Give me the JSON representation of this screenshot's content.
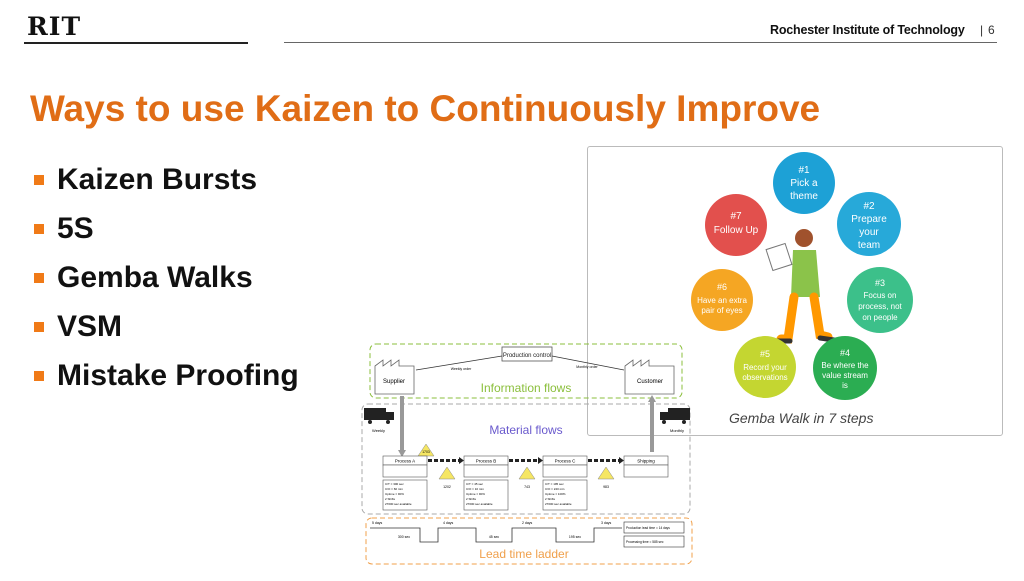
{
  "header": {
    "logo": "RIT",
    "org": "Rochester Institute of Technology",
    "separator": "|",
    "page_number": "6"
  },
  "title": "Ways to use Kaizen to Continuously Improve",
  "bullets": [
    "Kaizen Bursts",
    "5S",
    "Gemba Walks",
    "VSM",
    "Mistake Proofing"
  ],
  "gemba": {
    "steps": [
      {
        "num": "#1",
        "l1": "Pick a",
        "l2": "theme",
        "l3": "",
        "color": "#1da1d6"
      },
      {
        "num": "#2",
        "l1": "Prepare",
        "l2": "your",
        "l3": "team",
        "color": "#27a9d9"
      },
      {
        "num": "#3",
        "l1": "Focus on",
        "l2": "process, not",
        "l3": "on people",
        "color": "#3cc08a"
      },
      {
        "num": "#4",
        "l1": "Be where the",
        "l2": "value stream",
        "l3": "is",
        "color": "#2bad52"
      },
      {
        "num": "#5",
        "l1": "Record your",
        "l2": "observations",
        "l3": "",
        "color": "#c4d631"
      },
      {
        "num": "#6",
        "l1": "Have an extra",
        "l2": "pair of eyes",
        "l3": "",
        "color": "#f5a623"
      },
      {
        "num": "#7",
        "l1": "Follow Up",
        "l2": "",
        "l3": "",
        "color": "#e2504d"
      }
    ],
    "caption": "Gemba Walk in 7 steps"
  },
  "vsm": {
    "production_control": "Production control",
    "supplier": "Supplier",
    "customer": "Customer",
    "information_flows": "Information flows",
    "material_flows": "Material flows",
    "lead_time_ladder": "Lead time ladder",
    "weekly": "Weekly",
    "monthly": "Monthly",
    "forecast": "Monthly order",
    "order": "Weekly order",
    "processes": [
      {
        "name": "Process A",
        "d1": "C/T = 300 sec",
        "d2": "C/O = 60 min",
        "d3": "Uptime = 90%",
        "d4": "2 Shifts",
        "d5": "27000 sec available"
      },
      {
        "name": "Process B",
        "d1": "C/T = 45 sec",
        "d2": "C/O = 10 min",
        "d3": "Uptime = 90%",
        "d4": "2 Shifts",
        "d5": "27000 sec available"
      },
      {
        "name": "Process C",
        "d1": "C/T = 195 sec",
        "d2": "C/O = 240 min",
        "d3": "Uptime = 100%",
        "d4": "2 Shifts",
        "d5": "27000 sec available"
      },
      {
        "name": "Shipping",
        "d1": "",
        "d2": "",
        "d3": "",
        "d4": "",
        "d5": ""
      }
    ],
    "inventory": [
      "1703",
      "1202",
      "743",
      "983"
    ],
    "days": [
      "5 days",
      "4 days",
      "2 days",
      "3 days"
    ],
    "secs": [
      "300 sec",
      "45 sec",
      "195 sec"
    ],
    "lead_time": "Production lead time = 14 days",
    "processing_time": "Processing time = 585 sec"
  },
  "colors": {
    "title": "#e06d16",
    "bullet": "#f07a17",
    "info": "#8bbf3c",
    "material": "#6a5acd",
    "ladder": "#f0a04b"
  }
}
